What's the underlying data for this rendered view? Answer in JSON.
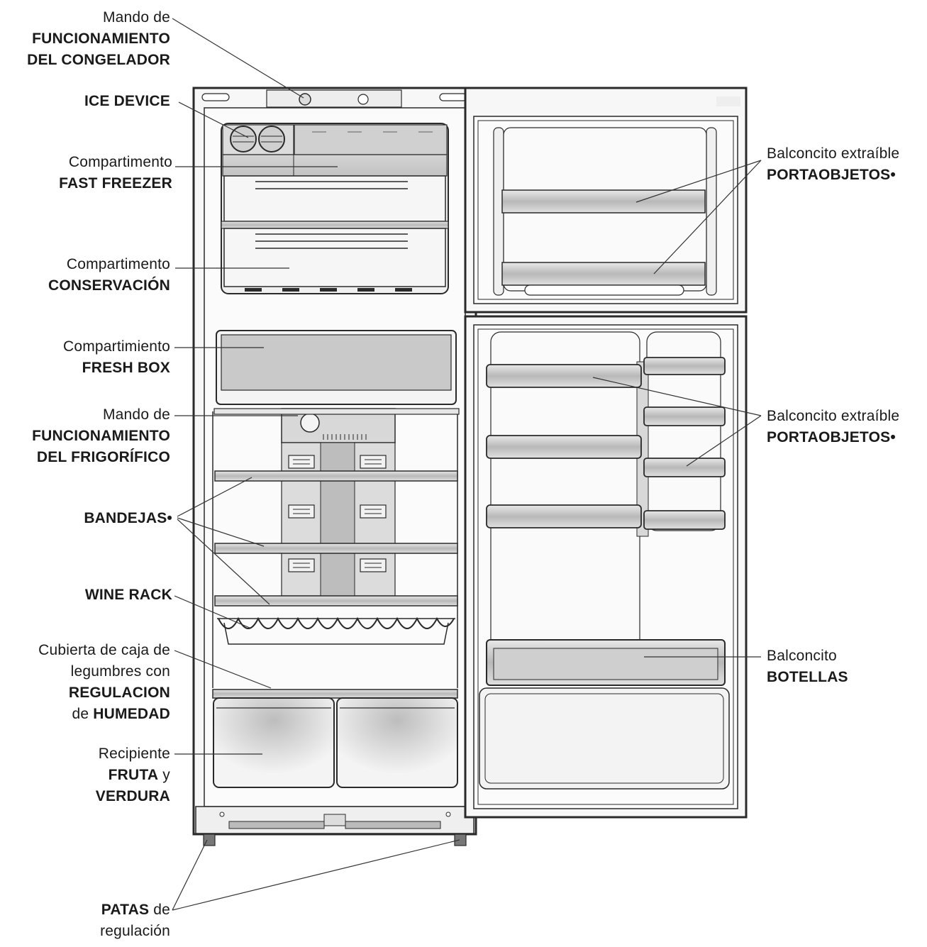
{
  "labels": {
    "freezer_control": {
      "line1": "Mando de",
      "line2": "FUNCIONAMIENTO",
      "line3": "DEL CONGELADOR"
    },
    "ice_device": {
      "line1": "ICE DEVICE"
    },
    "fast_freezer": {
      "line1": "Compartimento",
      "line2": "FAST FREEZER"
    },
    "conservacion": {
      "line1": "Compartimento",
      "line2": "CONSERVACIÓN"
    },
    "fresh_box": {
      "line1": "Compartimiento",
      "line2": "FRESH BOX"
    },
    "fridge_control": {
      "line1": "Mando de",
      "line2": "FUNCIONAMIENTO",
      "line3": "DEL FRIGORÍFICO"
    },
    "bandejas": {
      "line1": "BANDEJAS•"
    },
    "wine_rack": {
      "line1": "WINE RACK"
    },
    "crisper_cover": {
      "line1": "Cubierta de caja de",
      "line2": "legumbres con",
      "line3": "REGULACION",
      "line4a": "de",
      "line4b": "HUMEDAD"
    },
    "fruit_box": {
      "line1": "Recipiente",
      "line2a": "FRUTA",
      "line2b": "y",
      "line3": "VERDURA"
    },
    "feet": {
      "line1a": "PATAS",
      "line1b": "de",
      "line2": "regulación"
    },
    "freezer_door_shelf": {
      "line1": "Balconcito extraíble",
      "line2": "PORTAOBJETOS•"
    },
    "fridge_door_shelf": {
      "line1": "Balconcito extraíble",
      "line2": "PORTAOBJETOS•"
    },
    "bottle_shelf": {
      "line1": "Balconcito",
      "line2": "BOTELLAS"
    }
  },
  "colors": {
    "outline": "#2a2a2a",
    "fill": "#f2f2f2",
    "shade": "#c8c8c8",
    "leader": "#333333"
  }
}
